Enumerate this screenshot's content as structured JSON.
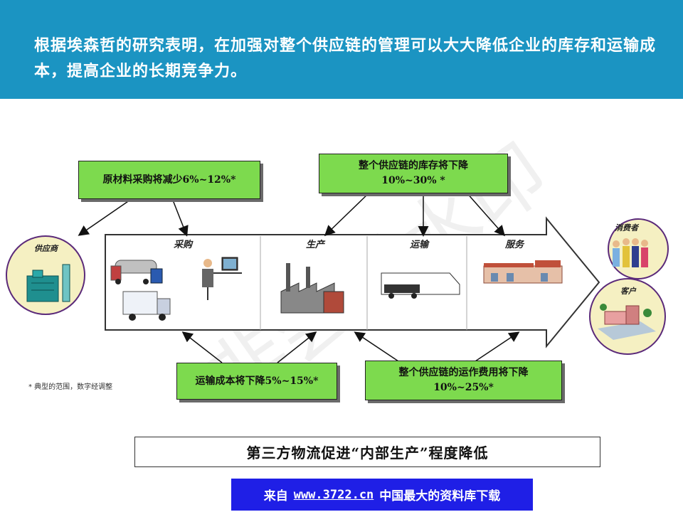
{
  "header": {
    "text": "根据埃森哲的研究表明，在加强对整个供应链的管理可以大大降低企业的库存和运输成本，提高企业的长期竞争力。"
  },
  "watermark": "非会员水印",
  "callouts": {
    "raw_material": "原材料采购将减少6%~12%*",
    "inventory_line1": "整个供应链的库存将下降",
    "inventory_line2": "10%~30% *",
    "transport_cost": "运输成本将下降5%~15%*",
    "operation_line1": "整个供应链的运作费用将下降",
    "operation_line2": "10%~25%*"
  },
  "stages": [
    "采购",
    "生产",
    "运输",
    "服务"
  ],
  "supplier_label": "供应商",
  "consumer_label": "消费者",
  "customer_label": "客户",
  "note": "* 典型的范围，数字经调整",
  "banner": "第三方物流促进“内部生产”程度降低",
  "footer": {
    "prefix": "来自",
    "url": "www.3722.cn",
    "suffix": "中国最大的资料库下载"
  },
  "colors": {
    "header_bg": "#1b94c2",
    "callout_bg": "#7dda4e",
    "circle_bg": "#f5f0c2",
    "circle_border": "#5b2a7a",
    "footer_bg": "#1f1fe6"
  }
}
